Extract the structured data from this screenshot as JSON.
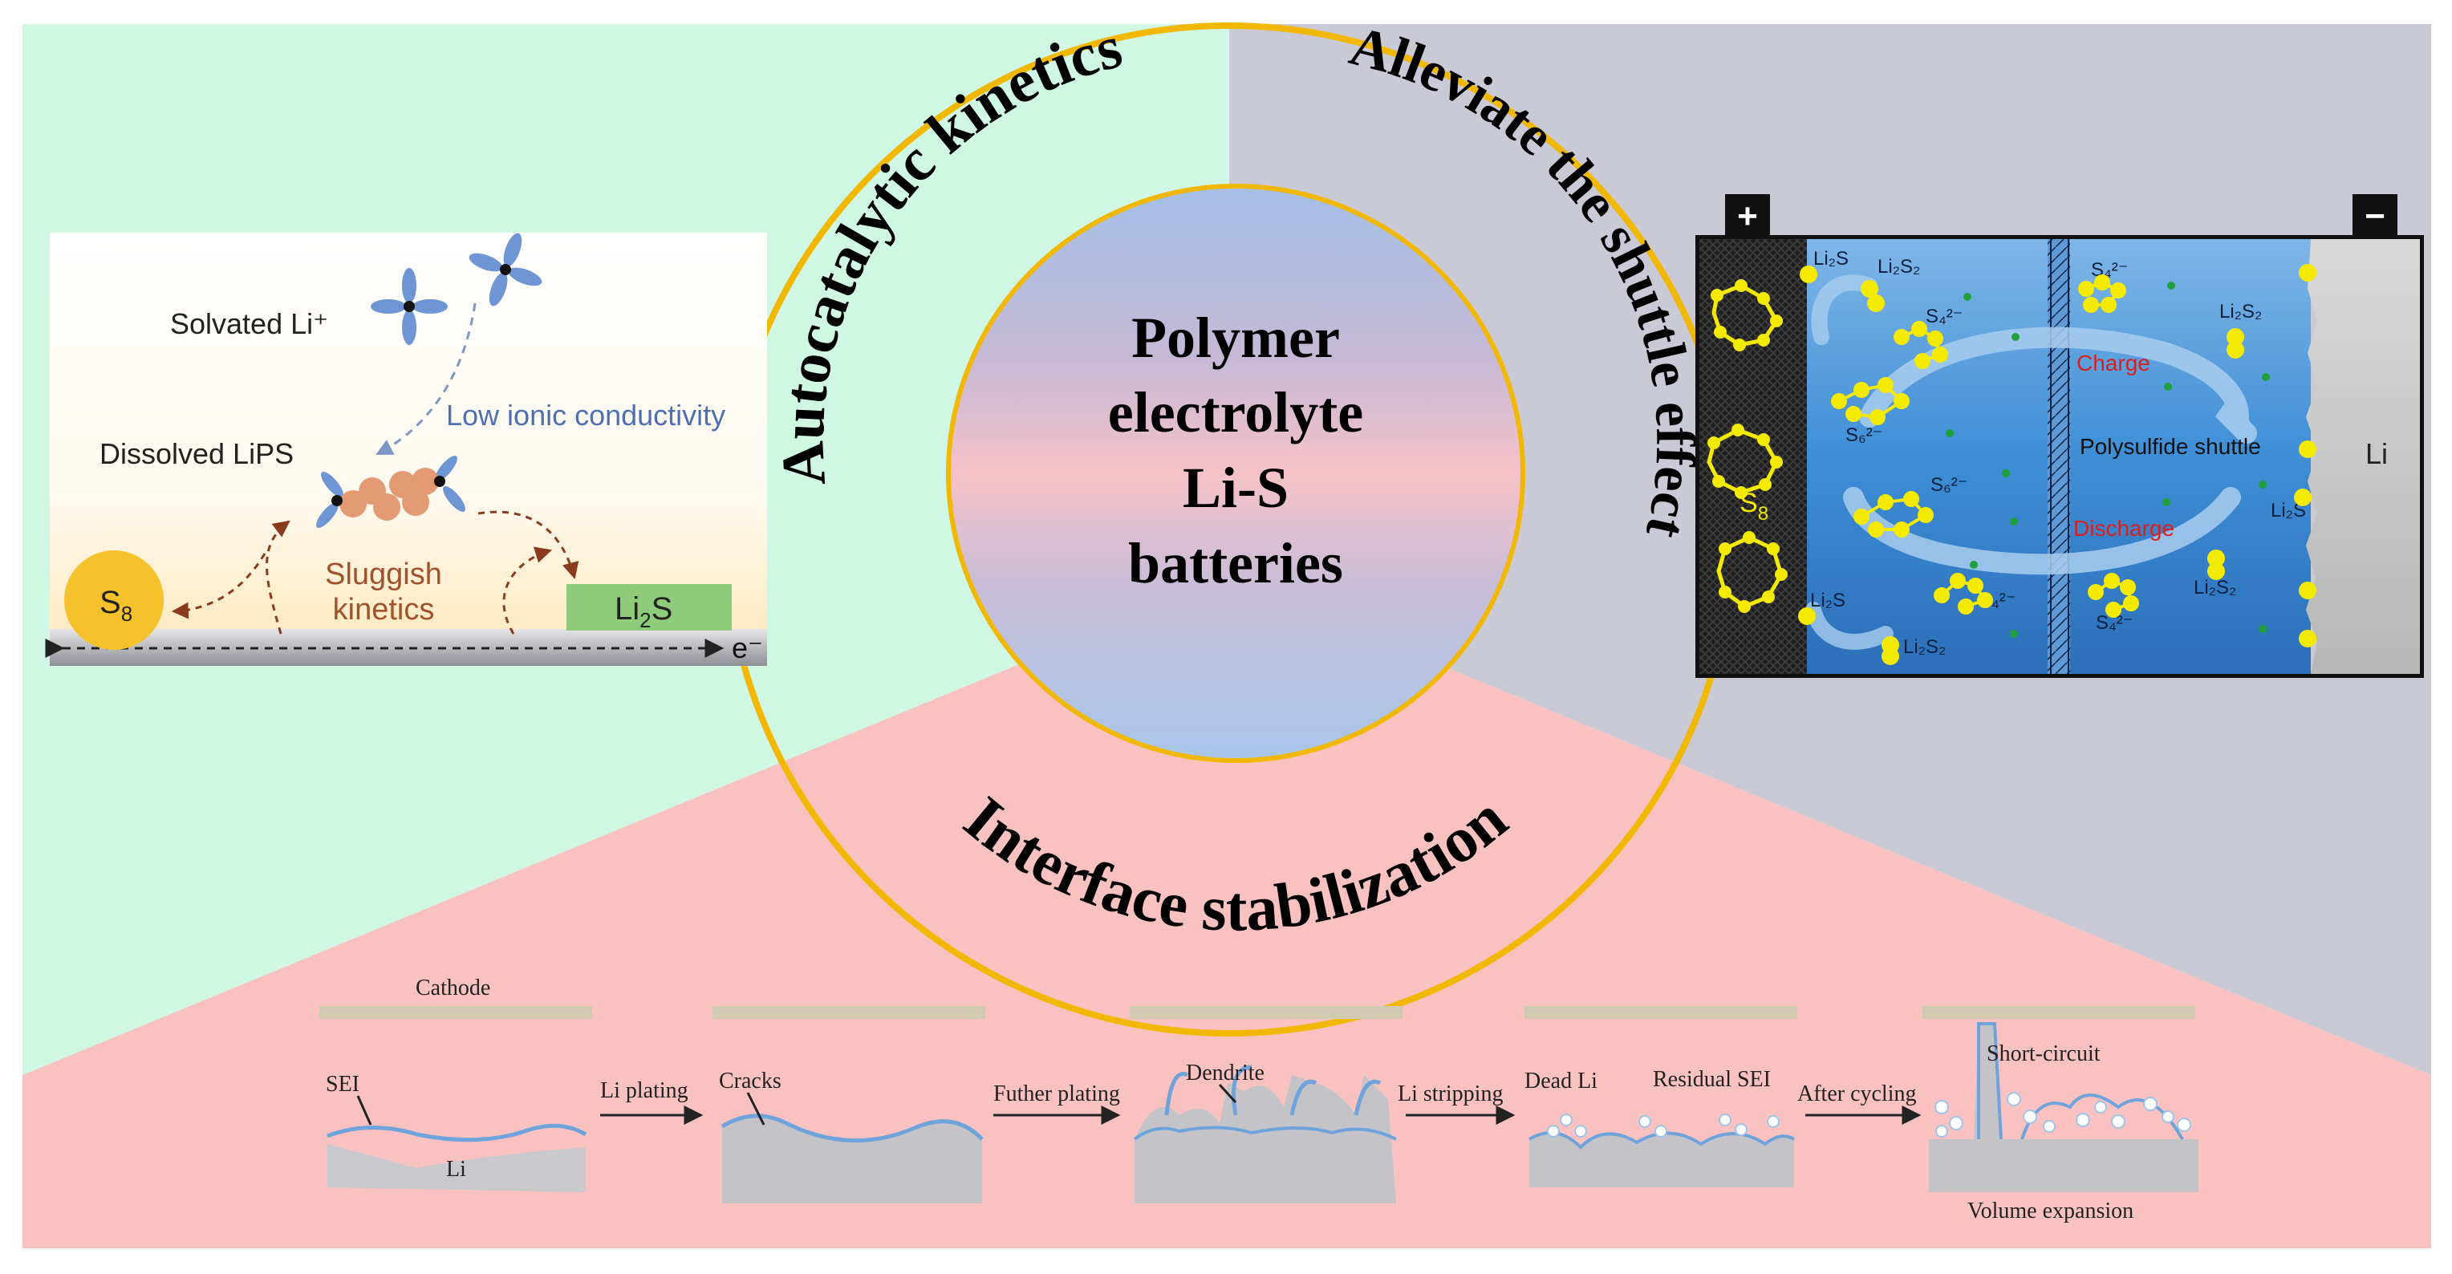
{
  "center": {
    "lines": [
      "Polymer",
      "electrolyte",
      "Li-S",
      "batteries"
    ]
  },
  "ring": {
    "arc_left": "Autocatalytic kinetics",
    "arc_right": "Alleviate the shuttle effect",
    "arc_bottom": "Interface stabilization"
  },
  "kinetics_panel": {
    "solvated": "Solvated Li⁺",
    "low_ionic": "Low ionic conductivity",
    "dissolved": "Dissolved LiPS",
    "sluggish_1": "Sluggish",
    "sluggish_2": "kinetics",
    "s8": "S",
    "s8_sub": "8",
    "li2s": "Li",
    "li2s_sub": "2",
    "li2s_tail": "S",
    "electron": "e⁻"
  },
  "shuttle_panel": {
    "plus": "+",
    "minus": "−",
    "s8": "S",
    "s8_sub": "8",
    "li": "Li",
    "charge": "Charge",
    "discharge": "Discharge",
    "polysulfide_shuttle": "Polysulfide shuttle",
    "li2s_label": "Li₂S",
    "li2s2_label": "Li₂S₂",
    "s4_label": "S₄²⁻",
    "s6_label": "S₆²⁻"
  },
  "interface_panel": {
    "cathode": "Cathode",
    "sei": "SEI",
    "li": "Li",
    "li_plating": "Li  plating",
    "cracks": "Cracks",
    "further_plating": "Futher plating",
    "dendrite": "Dendrite",
    "li_stripping": "Li stripping",
    "dead_li": "Dead Li",
    "residual_sei": "Residual SEI",
    "after_cycling": "After cycling",
    "short_circuit": "Short-circuit",
    "volume_expansion": "Volume expansion"
  },
  "colors": {
    "green_bg": "#cff7e3",
    "gray_bg": "#cac9d6",
    "pink_bg": "#f9c2c0",
    "ring": "#f2b800",
    "electrolyte_blue": "#3e8ed6",
    "sulfur_yellow": "#f4ea00",
    "li_blue": "#6fa3dc"
  }
}
